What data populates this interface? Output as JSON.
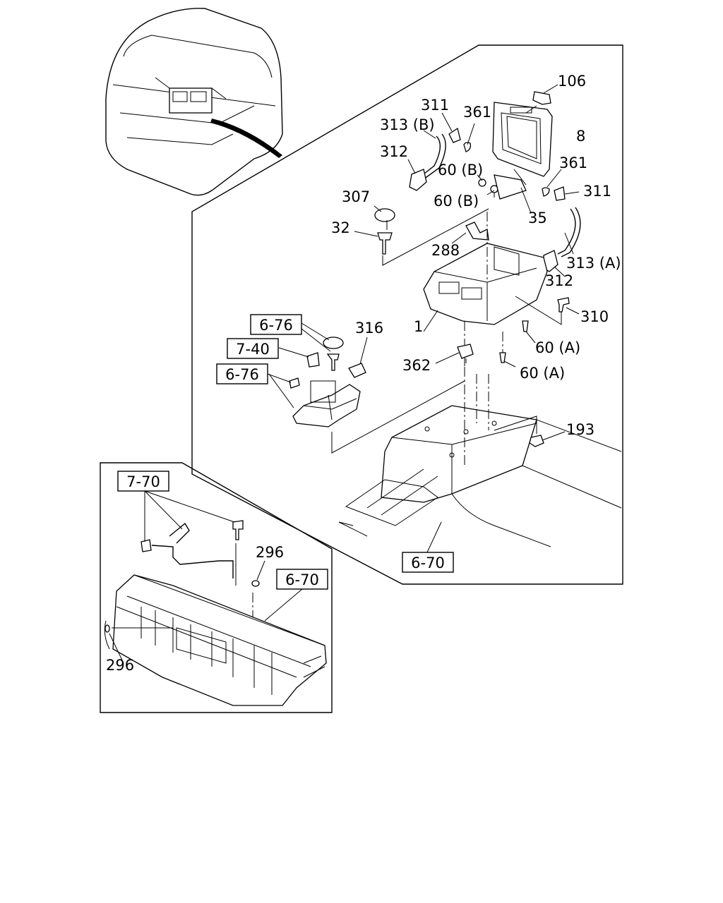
{
  "labels": {
    "p106": "106",
    "p311a": "311",
    "p361a": "361",
    "p313b": "313 (B)",
    "p8": "8",
    "p312a": "312",
    "p60b1": "60 (B)",
    "p361b": "361",
    "p60b2": "60 (B)",
    "p311b": "311",
    "p307": "307",
    "p35": "35",
    "p32": "32",
    "p288": "288",
    "p313a": "313 (A)",
    "p312b": "312",
    "p310": "310",
    "p1": "1",
    "p316": "316",
    "p60a1": "60 (A)",
    "p362": "362",
    "p60a2": "60 (A)",
    "p193": "193",
    "p296a": "296",
    "p296b": "296"
  },
  "refs": {
    "r676a": "6-76",
    "r740": "7-40",
    "r676b": "6-76",
    "r770": "7-70",
    "r670a": "6-70",
    "r670b": "6-70"
  }
}
